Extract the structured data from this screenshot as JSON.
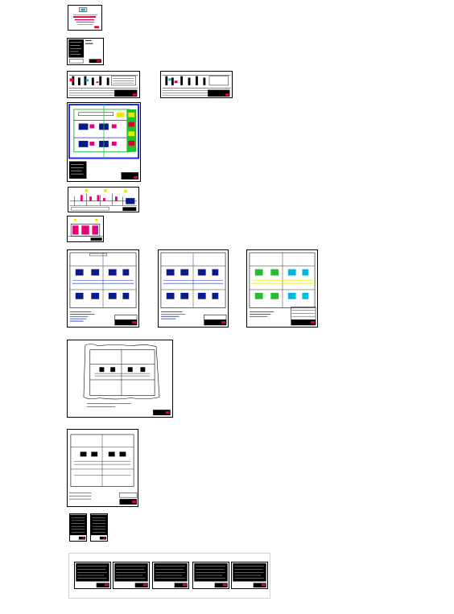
{
  "canvas": {
    "background": "#ffffff",
    "selection_color": "#f2e04a"
  },
  "palette": {
    "ink": "#000000",
    "red": "#e0002a",
    "magenta": "#e8007a",
    "blue": "#1a2bd6",
    "cyan": "#00b7e0",
    "green": "#1fbf2e",
    "yellow": "#e8e800",
    "navy": "#0a1a8a"
  },
  "sheets": [
    {
      "name": "sheet-cover",
      "kind": "cover"
    },
    {
      "name": "sheet-notes",
      "kind": "notes"
    },
    {
      "name": "sheet-single-line-1",
      "kind": "single-line"
    },
    {
      "name": "sheet-single-line-2",
      "kind": "single-line"
    },
    {
      "name": "sheet-color-plan",
      "kind": "color-plan"
    },
    {
      "name": "sheet-elevation",
      "kind": "elevation"
    },
    {
      "name": "sheet-detail-small",
      "kind": "detail"
    },
    {
      "name": "sheet-plan-a",
      "kind": "plan-blue"
    },
    {
      "name": "sheet-plan-b",
      "kind": "plan-blue"
    },
    {
      "name": "sheet-plan-c",
      "kind": "plan-green"
    },
    {
      "name": "sheet-site-plan",
      "kind": "site-plan"
    },
    {
      "name": "sheet-layout-plan",
      "kind": "layout-plan"
    },
    {
      "name": "sheet-table-1",
      "kind": "table"
    },
    {
      "name": "sheet-table-2",
      "kind": "table"
    },
    {
      "name": "sheet-spec-1",
      "kind": "spec"
    },
    {
      "name": "sheet-spec-2",
      "kind": "spec"
    },
    {
      "name": "sheet-spec-3",
      "kind": "spec"
    },
    {
      "name": "sheet-spec-4",
      "kind": "spec"
    },
    {
      "name": "sheet-spec-5",
      "kind": "spec"
    }
  ]
}
